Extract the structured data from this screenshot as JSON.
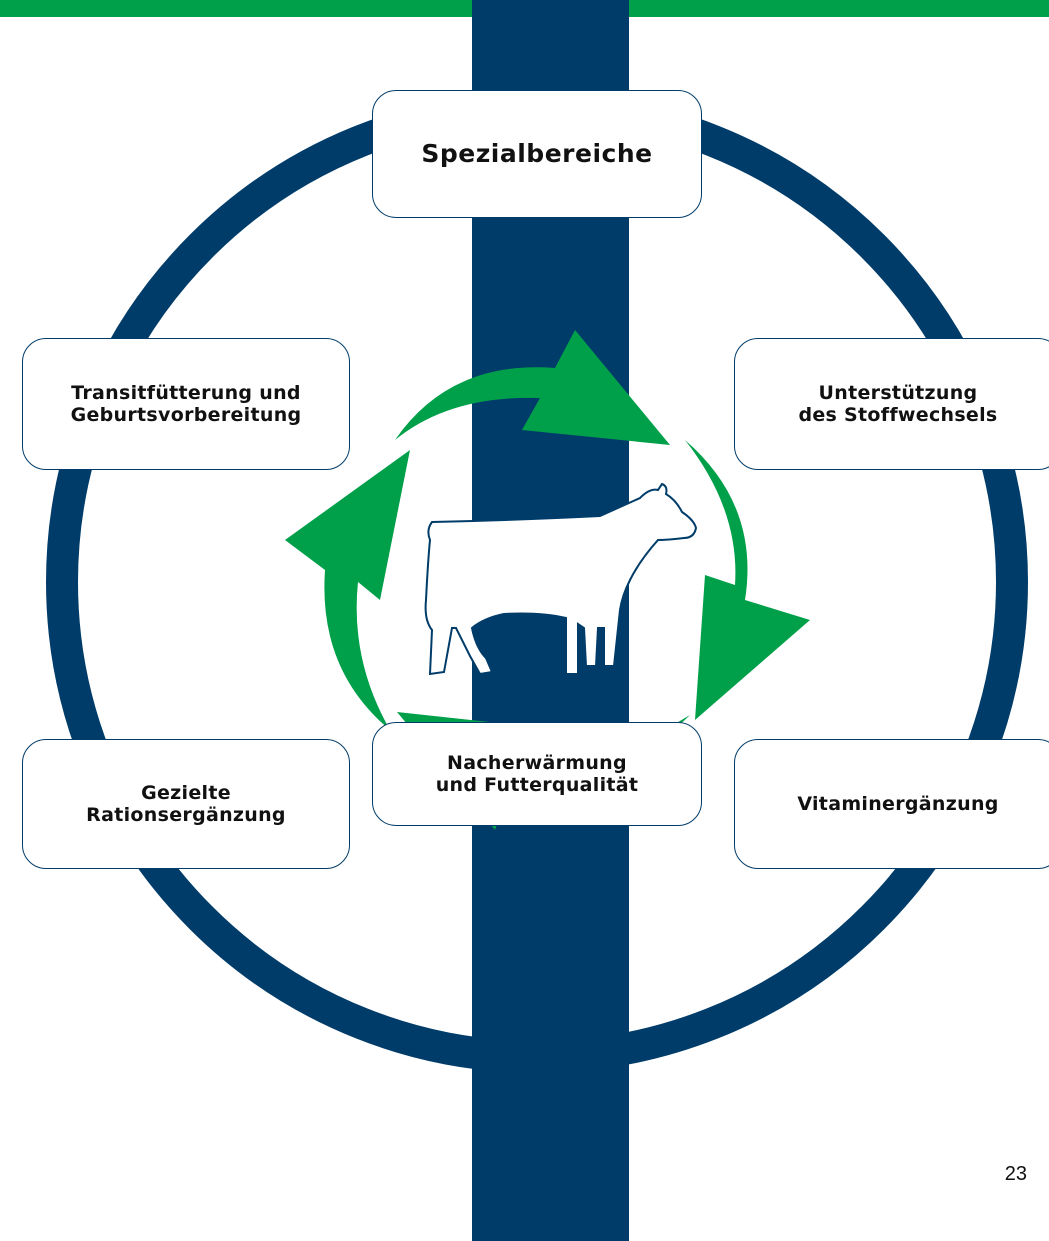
{
  "title": "Spezialbereiche",
  "nodes": {
    "top_left": "Transitfütterung und\nGeburtsvorbereitung",
    "top_right": "Unterstützung\ndes Stoffwechsels",
    "bottom_left": "Gezielte\nRationsergänzung",
    "bottom_right": "Vitaminergänzung",
    "bottom": "Nacherwärmung\nund Futterqualität"
  },
  "page_number": "23",
  "colors": {
    "navy": "#003c69",
    "green": "#00a04a",
    "box_fill": "#ffffff"
  },
  "icons": {
    "center": "cow-icon",
    "cycle": "circular-arrows-icon"
  }
}
